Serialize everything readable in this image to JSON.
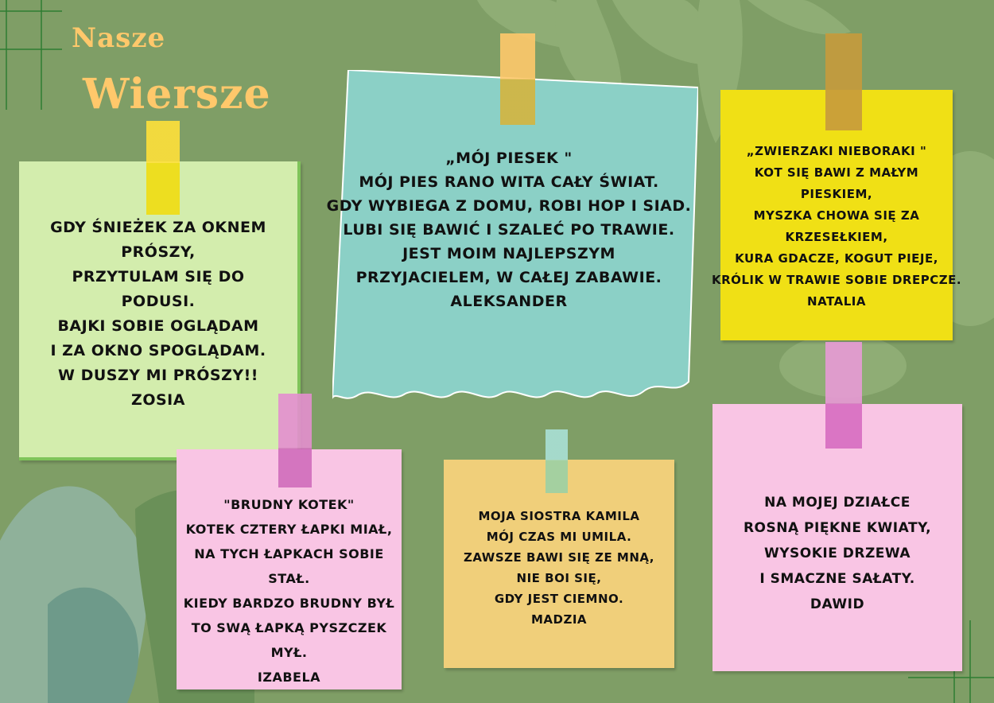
{
  "title": {
    "line1": "Nasze",
    "line2": "Wiersze"
  },
  "colors": {
    "background": "#7f9e66",
    "title": "#ffc86b",
    "note_green": "#d3edad",
    "note_blue": "#8bd0c6",
    "note_yellow": "#f0e015",
    "note_pink": "#f9c5e4",
    "note_orange": "#f0cf7a"
  },
  "notes": {
    "zosia": {
      "lines": [
        "GDY ŚNIEŻEK ZA OKNEM",
        "PRÓSZY,",
        "PRZYTULAM SIĘ DO",
        "PODUSI.",
        "BAJKI SOBIE OGLĄDAM",
        "I ZA OKNO SPOGLĄDAM.",
        "W DUSZY MI PRÓSZY!!",
        "ZOSIA"
      ]
    },
    "aleksander": {
      "lines": [
        "„MÓJ PIESEK \"",
        "MÓJ PIES RANO WITA CAŁY ŚWIAT.",
        "GDY WYBIEGA Z DOMU, ROBI HOP I SIAD.",
        "LUBI SIĘ BAWIĆ I SZALEĆ PO TRAWIE.",
        "JEST MOIM NAJLEPSZYM",
        "PRZYJACIELEM, W CAŁEJ ZABAWIE.",
        "ALEKSANDER"
      ]
    },
    "natalia": {
      "lines": [
        "„ZWIERZAKI NIEBORAKI \"",
        "KOT SIĘ BAWI Z MAŁYM",
        "PIESKIEM,",
        "MYSZKA CHOWA SIĘ ZA",
        "KRZESEŁKIEM,",
        "KURA GDACZE, KOGUT PIEJE,",
        "KRÓLIK W TRAWIE SOBIE DREPCZE.",
        "NATALIA"
      ]
    },
    "izabela": {
      "lines": [
        "\"BRUDNY KOTEK\"",
        "KOTEK CZTERY ŁAPKI MIAŁ,",
        "NA TYCH ŁAPKACH SOBIE",
        "STAŁ.",
        "KIEDY BARDZO BRUDNY BYŁ",
        "TO SWĄ ŁAPKĄ PYSZCZEK",
        "MYŁ.",
        "IZABELA"
      ]
    },
    "madzia": {
      "lines": [
        "MOJA SIOSTRA KAMILA",
        "MÓJ CZAS MI UMILA.",
        "ZAWSZE BAWI SIĘ ZE MNĄ,",
        "NIE BOI SIĘ,",
        "GDY JEST CIEMNO.",
        "MADZIA"
      ]
    },
    "dawid": {
      "lines": [
        "NA MOJEJ DZIAŁCE",
        "ROSNĄ PIĘKNE KWIATY,",
        "WYSOKIE DRZEWA",
        "I SMACZNE SAŁATY.",
        "DAWID"
      ]
    }
  }
}
